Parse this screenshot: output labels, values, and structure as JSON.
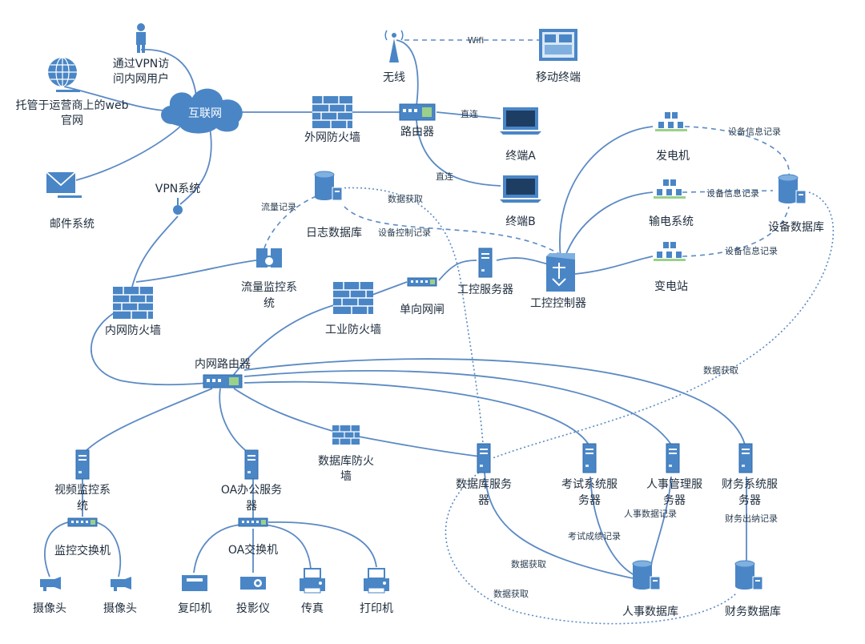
{
  "colors": {
    "line": "#5b8ac4",
    "fill": "#4a86c6",
    "dark": "#2e6aa8",
    "light": "#d9e7f6"
  },
  "labels": {
    "vpn_user": [
      "通过VPN访",
      "问内网用户"
    ],
    "wireless": "无线",
    "mobile": "移动终端",
    "hosted_web": [
      "托管于运营商上的web",
      "官网"
    ],
    "internet": "互联网",
    "ext_fw": "外网防火墙",
    "router": "路由器",
    "terminal_a": "终端A",
    "terminal_b": "终端B",
    "mail": "邮件系统",
    "vpn_system": "VPN系统",
    "log_db": "日志数据库",
    "traffic_mon": [
      "流量监控系",
      "统"
    ],
    "int_fw": "内网防火墙",
    "ind_fw": "工业防火墙",
    "one_way": "单向网闸",
    "ind_server": "工控服务器",
    "ind_ctrl": "工控控制器",
    "generator": "发电机",
    "transmission": "输电系统",
    "substation": "变电站",
    "equip_db": "设备数据库",
    "int_router": "内网路由器",
    "db_fw": [
      "数据库防火",
      "墙"
    ],
    "db_server": [
      "数据库服务",
      "器"
    ],
    "exam_server": [
      "考试系统服",
      "务器"
    ],
    "hr_server": [
      "人事管理服",
      "务器"
    ],
    "fin_server": [
      "财务系统服",
      "务器"
    ],
    "video_mon": [
      "视频监控系",
      "统"
    ],
    "oa_server": [
      "OA办公服务",
      "器"
    ],
    "mon_switch": "监控交换机",
    "oa_switch": "OA交换机",
    "camera1": "摄像头",
    "camera2": "摄像头",
    "copier": "复印机",
    "projector": "投影仪",
    "fax": "传真",
    "printer": "打印机",
    "hr_db": "人事数据库",
    "fin_db": "财务数据库"
  },
  "edges": {
    "wifi": "Wifi",
    "direct_a": "直连",
    "direct_b": "直连",
    "traffic_record": "流量记录",
    "data_fetch_log": "数据获取",
    "equip_ctrl_record": "设备控制记录",
    "equip_info_1": "设备信息记录",
    "equip_info_2": "设备信息记录",
    "equip_info_3": "设备信息记录",
    "data_fetch_equip": "数据获取",
    "hr_record": "人事数据记录",
    "fin_record": "财务出纳记录",
    "exam_record": "考试成绩记录",
    "data_fetch_1": "数据获取",
    "data_fetch_2": "数据获取"
  }
}
